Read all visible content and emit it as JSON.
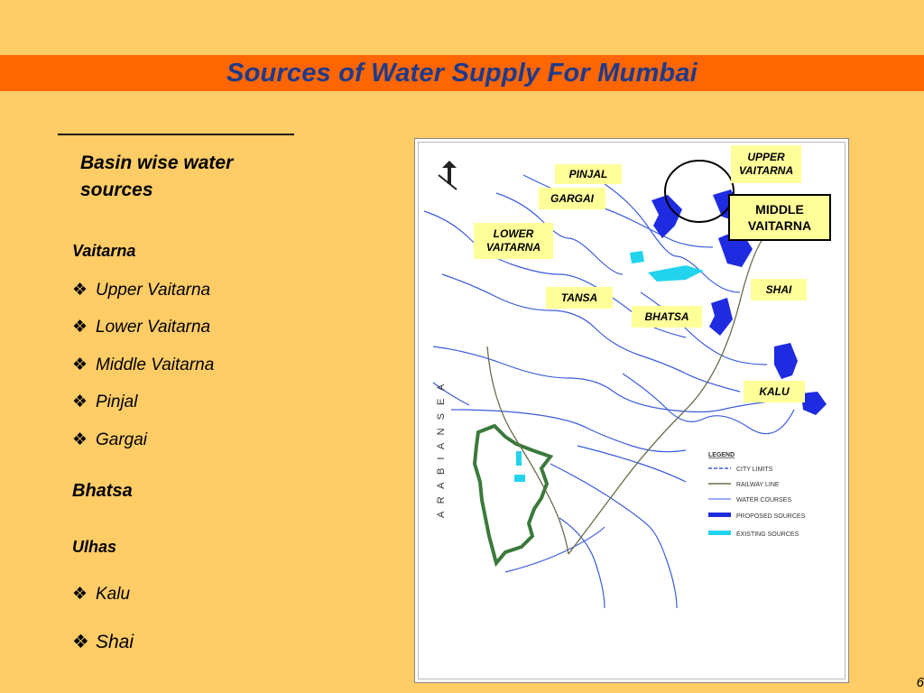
{
  "title": "Sources of Water Supply For Mumbai",
  "subtitle": "Basin wise water sources",
  "list": [
    {
      "type": "heading",
      "text": "Vaitarna"
    },
    {
      "type": "bullet",
      "text": "Upper Vaitarna"
    },
    {
      "type": "bullet",
      "text": "Lower Vaitarna"
    },
    {
      "type": "bullet",
      "text": "Middle Vaitarna"
    },
    {
      "type": "bullet",
      "text": "Pinjal"
    },
    {
      "type": "bullet",
      "text": "Gargai"
    },
    {
      "type": "heading",
      "text": "Bhatsa"
    },
    {
      "type": "heading",
      "text": "Ulhas"
    },
    {
      "type": "bullet",
      "text": "Kalu"
    },
    {
      "type": "bullet",
      "text": "Shai"
    }
  ],
  "bullet_glyph": "❖",
  "map": {
    "sea_label": "A R A B I A N   S E A",
    "labels": {
      "pinjal": "PINJAL",
      "gargai": "GARGAI",
      "lower_vaitarna_1": "LOWER",
      "lower_vaitarna_2": "VAITARNA",
      "upper_vaitarna_1": "UPPER",
      "upper_vaitarna_2": "VAITARNA",
      "middle_vaitarna_1": "MIDDLE",
      "middle_vaitarna_2": "VAITARNA",
      "tansa": "TANSA",
      "bhatsa": "BHATSA",
      "shai": "SHAI",
      "kalu": "KALU"
    },
    "legend_title": "LEGEND",
    "legend_items": [
      "CITY LIMITS",
      "RAILWAY LINE",
      "WATER COURSES",
      "PROPOSED SOURCES",
      "EXISTING SOURCES"
    ],
    "colors": {
      "river": "#3B5BDB",
      "proposed": "#1E2BE0",
      "existing": "#22D3EE",
      "city": "#3B7A3B",
      "rail": "#6B6B4B"
    }
  },
  "page_number": "6"
}
